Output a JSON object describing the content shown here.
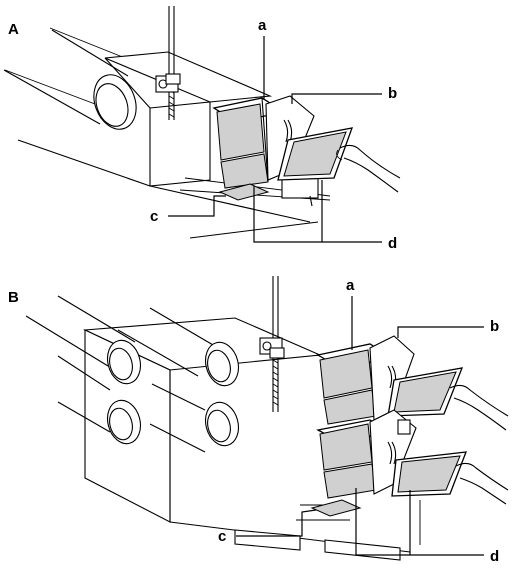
{
  "figure": {
    "panels": [
      {
        "id": "A",
        "label": "A",
        "callouts": {
          "a": "a",
          "b": "b",
          "c": "c",
          "d": "d"
        }
      },
      {
        "id": "B",
        "label": "B",
        "callouts": {
          "a": "a",
          "b": "b",
          "c": "c",
          "d": "d"
        }
      }
    ]
  }
}
